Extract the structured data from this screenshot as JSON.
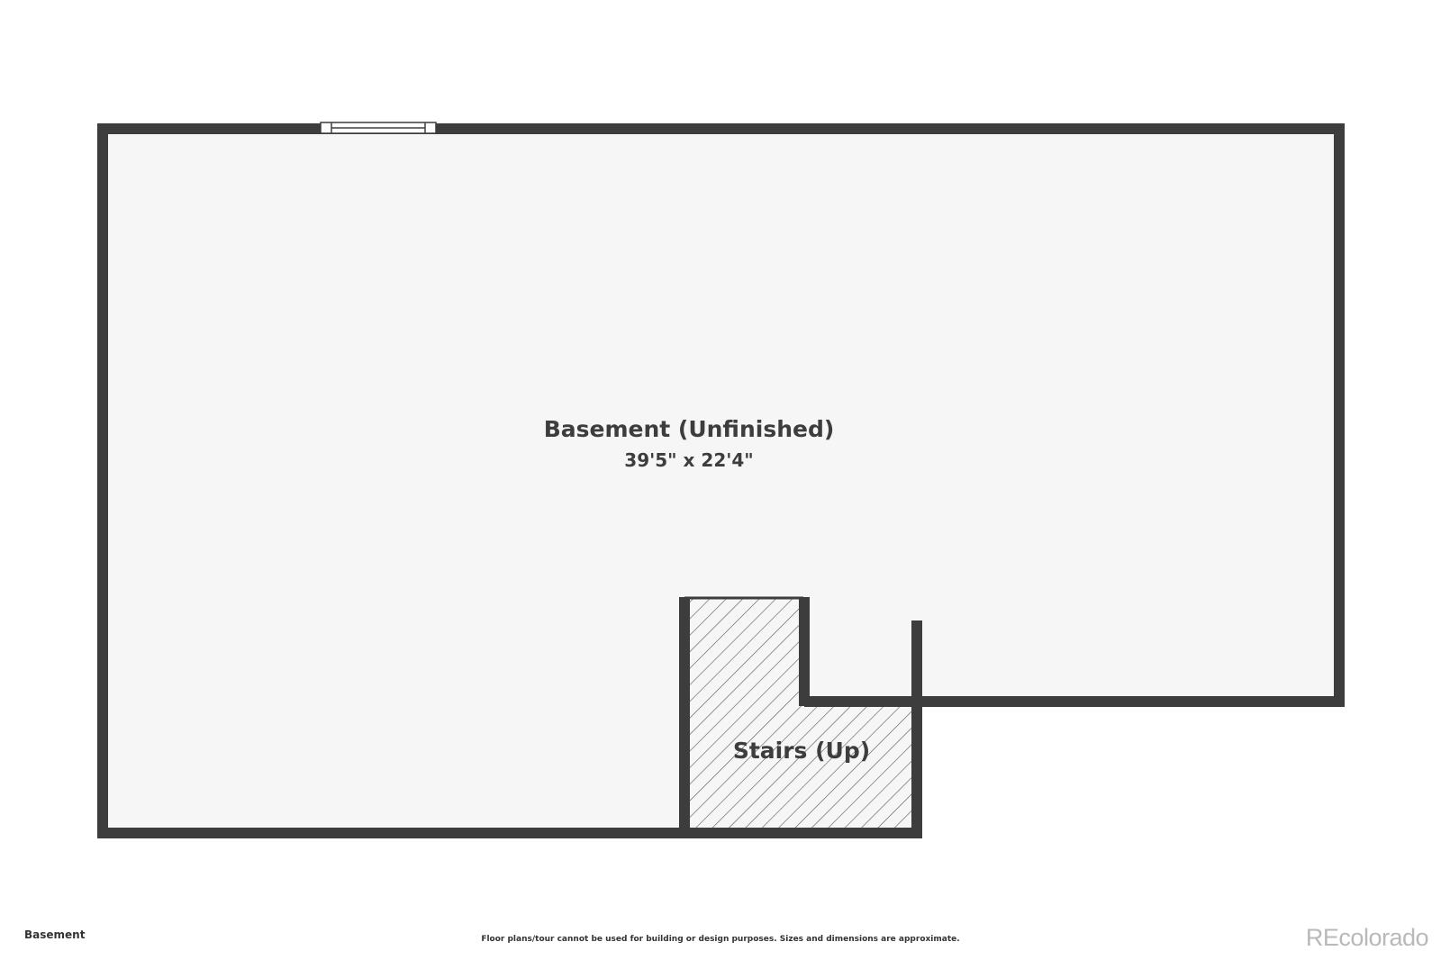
{
  "rooms": {
    "basement": {
      "name": "Basement (Unfinished)",
      "dimensions": "39'5\" x 22'4\""
    },
    "stairs": {
      "name": "Stairs (Up)"
    }
  },
  "footer": {
    "floor_name": "Basement",
    "disclaimer": "Floor plans/tour cannot be used for building or design purposes. Sizes and dimensions are approximate.",
    "brand": "REcolorado"
  },
  "colors": {
    "wall": "#3d3d3d",
    "floor": "#f6f6f6",
    "hatch": "#555555",
    "text": "#3d3d3d",
    "brand": "#b9b9b9"
  }
}
